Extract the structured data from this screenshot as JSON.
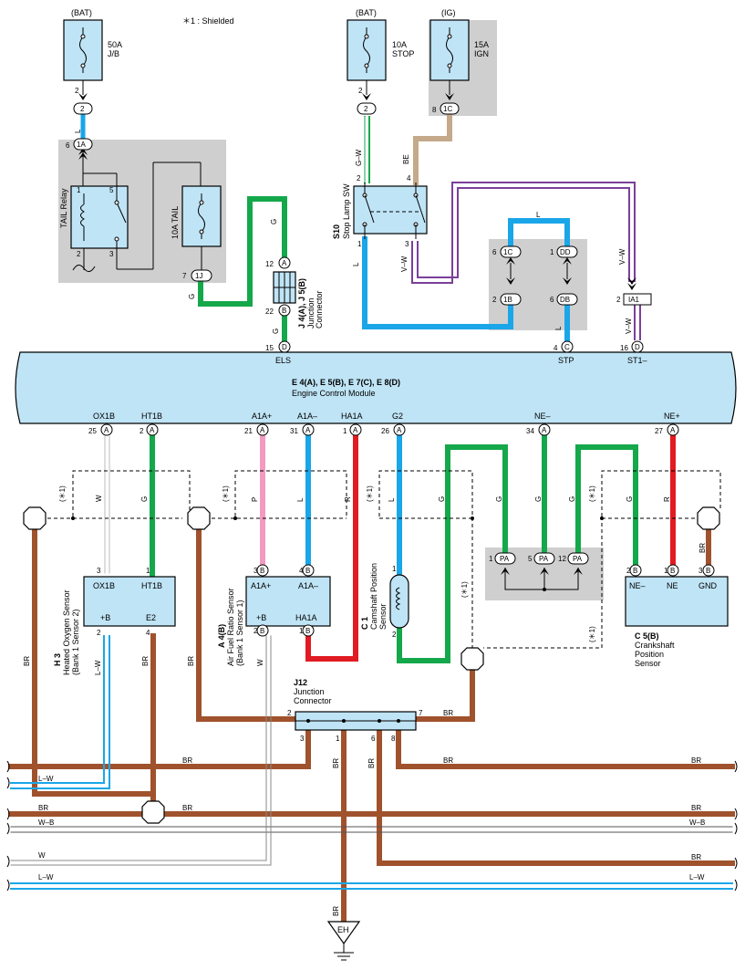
{
  "note": "＊1 : Shielded",
  "bat_label": "(BAT)",
  "ig_label": "(IG)",
  "fuse_50a": [
    "50A",
    "J/B"
  ],
  "fuse_10a_stop": [
    "10A",
    "STOP"
  ],
  "fuse_15a_ign": [
    "15A",
    "IGN"
  ],
  "fuse_10a_tail": "10A TAIL",
  "tail_relay": "TAIL Relay",
  "stop_sw": {
    "id": "S10",
    "name": "Stop Lamp SW"
  },
  "jconn_top": {
    "id": "J 4(A), J 5(B)",
    "name": "Junction",
    "name2": "Connector"
  },
  "ecm": {
    "id": "E 4(A), E 5(B), E 7(C), E 8(D)",
    "name": "Engine Control Module"
  },
  "ecm_pins_top": [
    "ELS",
    "STP",
    "ST1–"
  ],
  "ecm_pins_bottom": [
    "OX1B",
    "HT1B",
    "A1A+",
    "A1A–",
    "HA1A",
    "G2",
    "NE–",
    "NE+"
  ],
  "h3": {
    "id": "H 3",
    "l1": "Heated Oxygen Sensor",
    "l2": "(Bank 1 Sensor 2)",
    "pins": [
      "OX1B",
      "HT1B",
      "+B",
      "E2"
    ]
  },
  "a4": {
    "id": "A 4(B)",
    "l1": "Air Fuel Ratio Sensor",
    "l2": "(Bank 1 Sensor 1)",
    "pins": [
      "A1A+",
      "A1A–",
      "+B",
      "HA1A"
    ]
  },
  "c1": {
    "id": "C 1",
    "l1": "Camshaft Position",
    "l2": "Sensor"
  },
  "c5": {
    "id": "C 5(B)",
    "l1": "Crankshaft",
    "l2": "Position",
    "l3": "Sensor",
    "pins": [
      "NE–",
      "NE",
      "GND"
    ]
  },
  "j12": {
    "id": "J12",
    "l1": "Junction",
    "l2": "Connector"
  },
  "ground": "EH",
  "shield_mark": "(＊1)",
  "wire_colors": {
    "L": "L",
    "G": "G",
    "GW": "G–W",
    "BE": "BE",
    "VW": "V–W",
    "W": "W",
    "P": "P",
    "R": "R",
    "BR": "BR",
    "LW": "L–W",
    "WB": "W–B"
  },
  "pins": {
    "p1": "1",
    "p2": "2",
    "p3": "3",
    "p4": "4",
    "p5": "5",
    "p6": "6",
    "p7": "7",
    "p8": "8",
    "p12": "12",
    "p15": "15",
    "p16": "16",
    "p21": "21",
    "p22": "22",
    "p25": "25",
    "p26": "26",
    "p27": "27",
    "p31": "31",
    "p34": "34"
  },
  "conn": {
    "A": "A",
    "B": "B",
    "C": "C",
    "D": "D",
    "c2": "2",
    "c1A": "1A",
    "c1J": "1J",
    "c1C": "1C",
    "c1B": "1B",
    "cDD": "DD",
    "cDB": "DB",
    "cIA1": "IA1",
    "cPA": "PA"
  },
  "colors": {
    "blue": "#1aa6e8",
    "green": "#14a84b",
    "brown": "#a0522d",
    "red": "#e11b22",
    "pink": "#f49ac1",
    "tan": "#c4a98a",
    "purple": "#7b3f9a",
    "panel": "#bfe4f6"
  }
}
